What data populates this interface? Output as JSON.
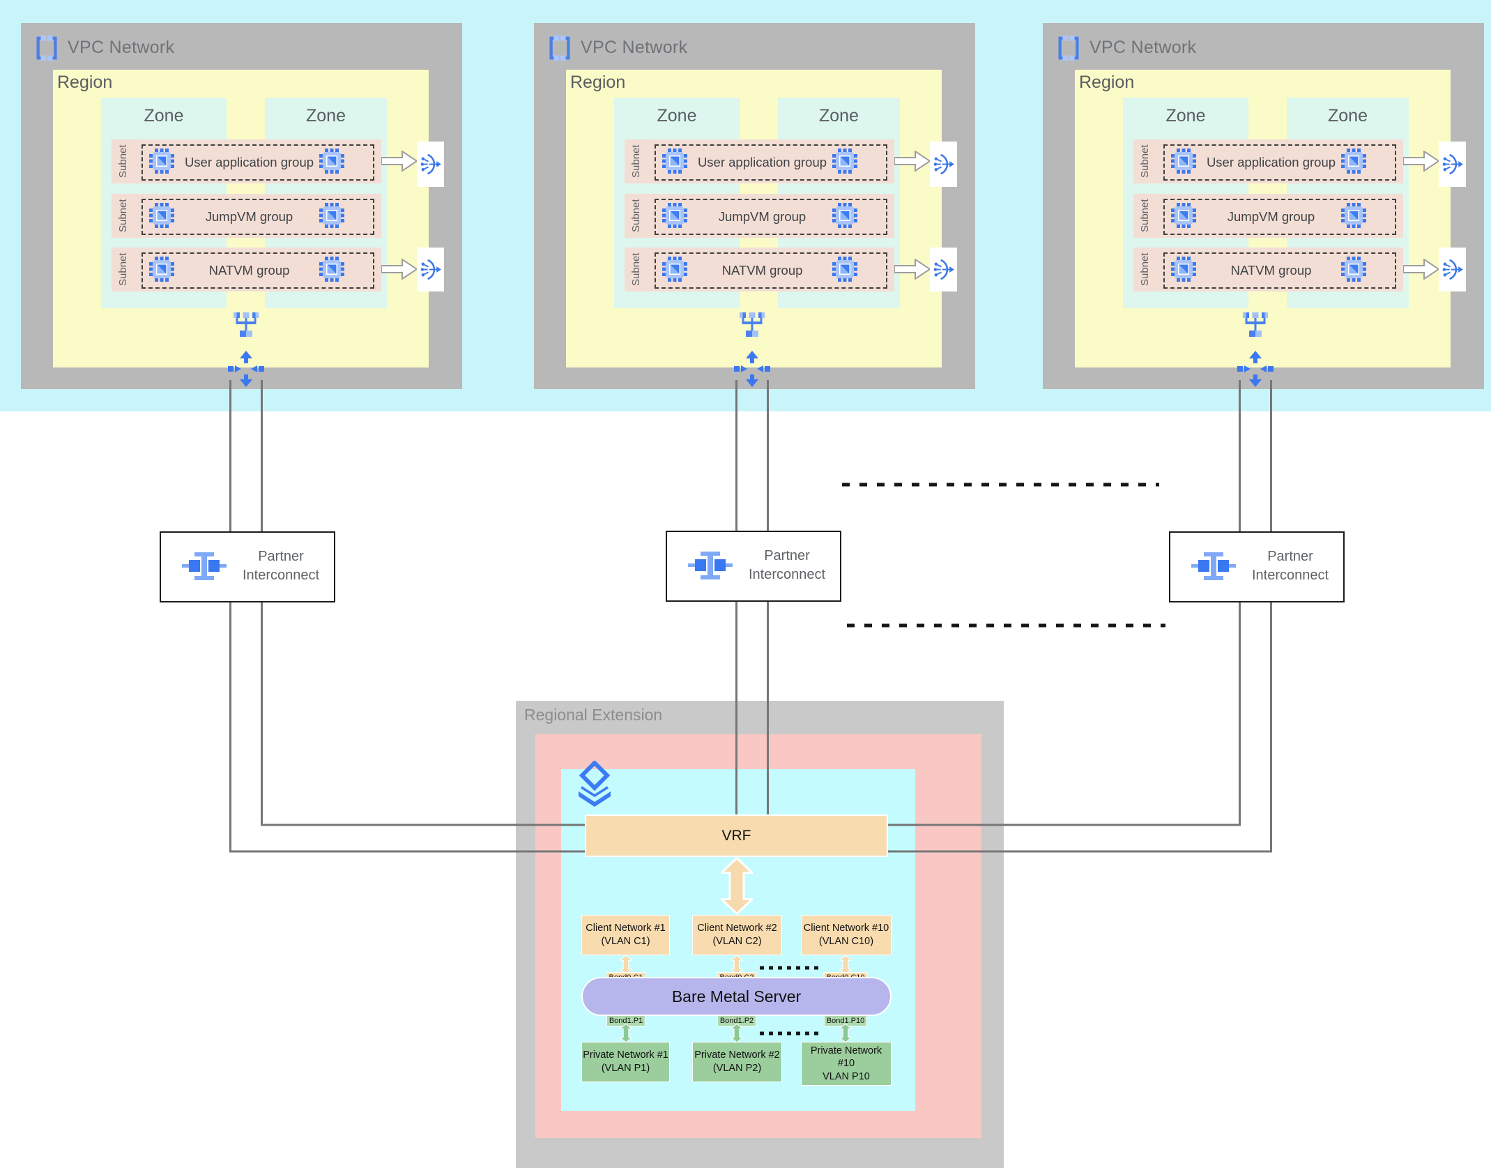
{
  "colors": {
    "top_band": "#c9f4fa",
    "vpc_frame_gray": "#b8b8b8",
    "region_yellow": "#fbfbc8",
    "zone_cyan": "#ddf6ee",
    "subnet_pink": "#f3ded5",
    "re_frame_gray": "#c9c9c9",
    "re_pink": "#f9c8c4",
    "re_cyan": "#c3fbfe",
    "wheat": "#f8dcb0",
    "lavender": "#b6b6ec",
    "green": "#9bcd9d",
    "icon_blue": "#3b78e7",
    "wire_gray": "#767676"
  },
  "icons": {
    "vpc_network": "bracketed-square",
    "vm_instance": "chip",
    "load_balancer": "arc-with-arrow",
    "network": "tree-hierarchy",
    "cloud_router": "four-arrows",
    "partner_interconnect": "i-beam-plugs",
    "interconnect_layers": "stacked-diamonds"
  },
  "vpc_blocks": [
    {
      "title": "VPC Network",
      "region_label": "Region",
      "zones": [
        {
          "label": "Zone"
        },
        {
          "label": "Zone"
        }
      ],
      "subnets": [
        {
          "label": "Subnet",
          "group": "User application group",
          "has_lb": true
        },
        {
          "label": "Subnet",
          "group": "JumpVM group",
          "has_lb": false
        },
        {
          "label": "Subnet",
          "group": "NATVM group",
          "has_lb": true
        }
      ]
    },
    {
      "title": "VPC Network",
      "region_label": "Region",
      "zones": [
        {
          "label": "Zone"
        },
        {
          "label": "Zone"
        }
      ],
      "subnets": [
        {
          "label": "Subnet",
          "group": "User application group",
          "has_lb": true
        },
        {
          "label": "Subnet",
          "group": "JumpVM group",
          "has_lb": false
        },
        {
          "label": "Subnet",
          "group": "NATVM group",
          "has_lb": true
        }
      ]
    },
    {
      "title": "VPC Network",
      "region_label": "Region",
      "zones": [
        {
          "label": "Zone"
        },
        {
          "label": "Zone"
        }
      ],
      "subnets": [
        {
          "label": "Subnet",
          "group": "User application group",
          "has_lb": true
        },
        {
          "label": "Subnet",
          "group": "JumpVM group",
          "has_lb": false
        },
        {
          "label": "Subnet",
          "group": "NATVM group",
          "has_lb": true
        }
      ]
    }
  ],
  "interconnects": [
    {
      "line1": "Partner",
      "line2": "Interconnect"
    },
    {
      "line1": "Partner",
      "line2": "Interconnect"
    },
    {
      "line1": "Partner",
      "line2": "Interconnect"
    }
  ],
  "regional_extension": {
    "title": "Regional Extension",
    "vrf_label": "VRF",
    "client_networks": [
      {
        "name": "Client Network #1",
        "vlan": "(VLAN C1)",
        "bond": "Bond0.C1"
      },
      {
        "name": "Client Network #2",
        "vlan": "(VLAN C2)",
        "bond": "Bond0.C2"
      },
      {
        "name": "Client Network #10",
        "vlan": "(VLAN C10)",
        "bond": "Bond0.C10"
      }
    ],
    "server_label": "Bare Metal Server",
    "private_networks": [
      {
        "line1": "Private Network #1",
        "line2": "(VLAN P1)",
        "line3": "",
        "bond": "Bond1.P1"
      },
      {
        "line1": "Private Network #2",
        "line2": "(VLAN P2)",
        "line3": "",
        "bond": "Bond1.P2"
      },
      {
        "line1": "Private Network",
        "line2": "#10",
        "line3": "VLAN P10",
        "bond": "Bond1.P10"
      }
    ]
  }
}
